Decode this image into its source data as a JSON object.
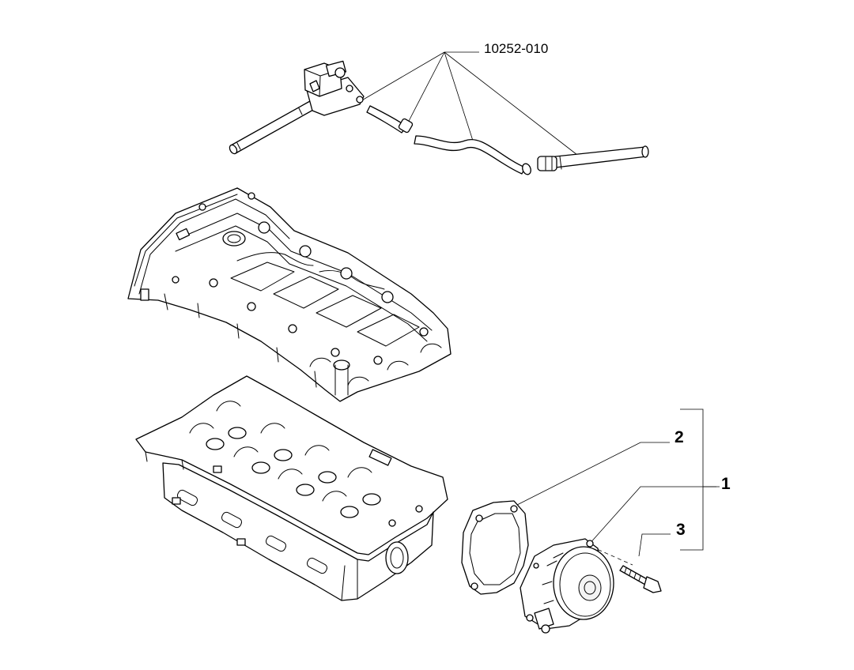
{
  "callouts": {
    "reference": "10252-010",
    "item_1": "1",
    "item_2": "2",
    "item_3": "3"
  }
}
